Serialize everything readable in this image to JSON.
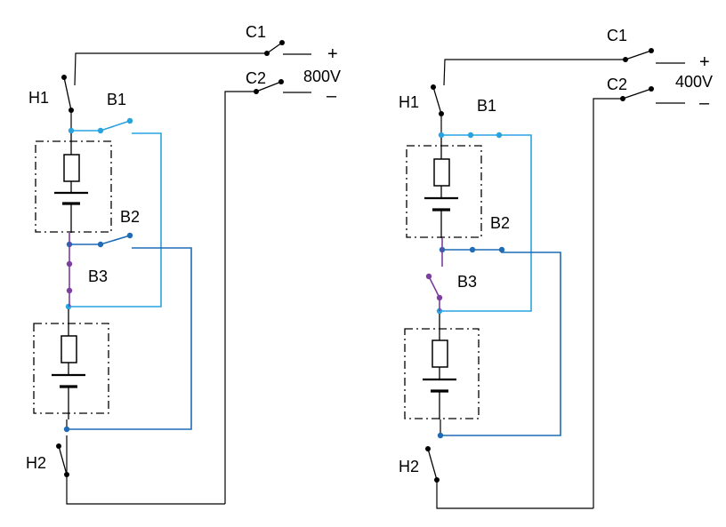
{
  "colors": {
    "black": "#000000",
    "light_blue": "#29a3e0",
    "dark_blue": "#1f6bb5",
    "purple": "#7b3fa0"
  },
  "left": {
    "c1": "C1",
    "c2": "C2",
    "h1": "H1",
    "h2": "H2",
    "b1": "B1",
    "b2": "B2",
    "b3": "B3",
    "plus": "+",
    "minus": "–",
    "voltage": "800V"
  },
  "right": {
    "c1": "C1",
    "c2": "C2",
    "h1": "H1",
    "h2": "H2",
    "b1": "B1",
    "b2": "B2",
    "b3": "B3",
    "plus": "+",
    "minus": "–",
    "voltage": "400V"
  }
}
